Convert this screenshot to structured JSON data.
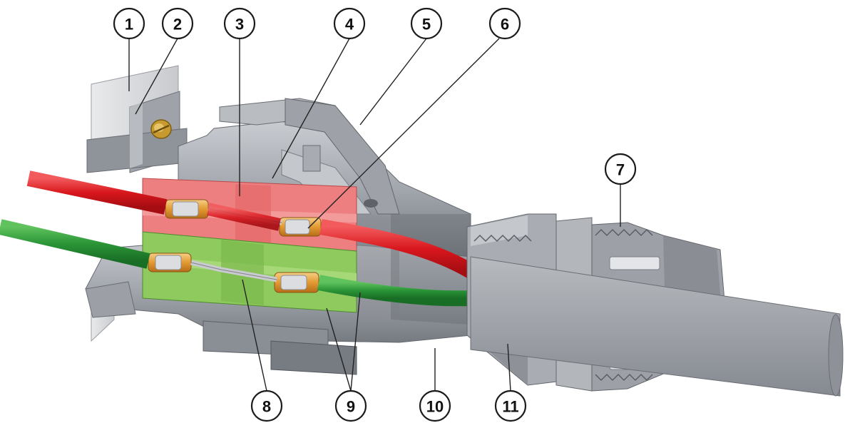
{
  "diagram": {
    "callouts": [
      "1",
      "2",
      "3",
      "4",
      "5",
      "6",
      "7",
      "8",
      "9",
      "10",
      "11"
    ]
  },
  "colors": {
    "background": "#ffffff",
    "housing": "#a9acb2",
    "housing_dark": "#7d8087",
    "housing_light": "#d2d4d8",
    "cable_red": "#e0262b",
    "cable_green": "#2e9a3a",
    "insert_red": "#ef7d7d",
    "insert_green": "#86c35a",
    "contact_gold": "#e8a23a",
    "label_stroke": "#1a1a1a"
  }
}
